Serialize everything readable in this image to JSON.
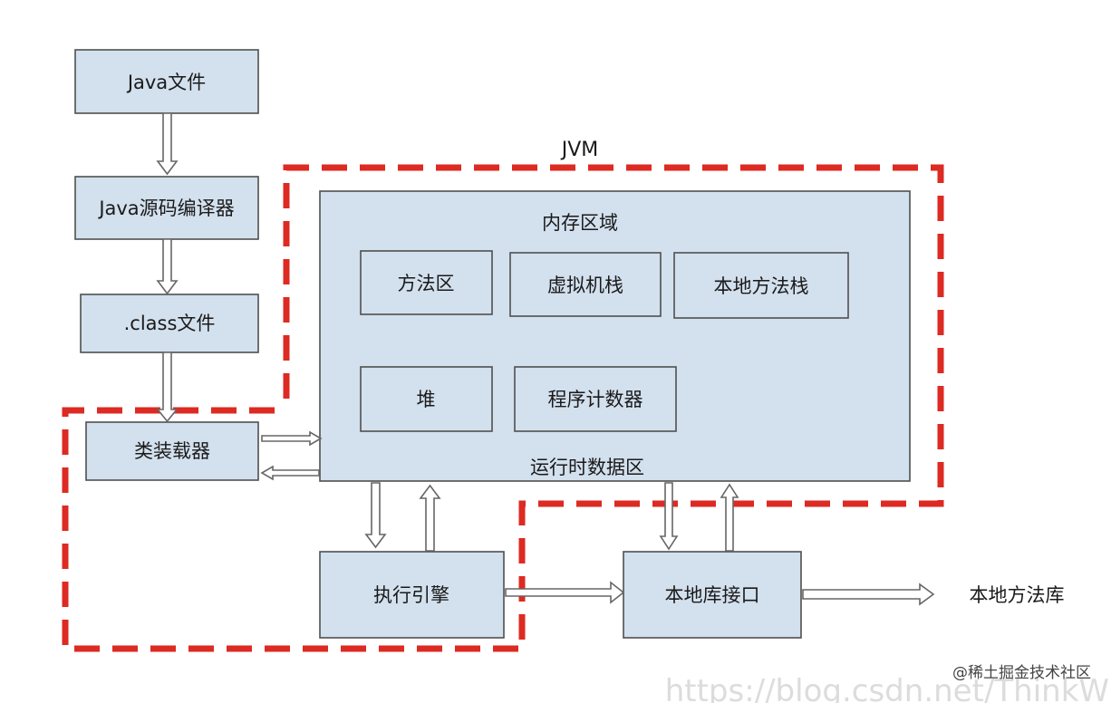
{
  "jvm_label": "JVM",
  "memory": {
    "title": "内存区域",
    "footer": "运行时数据区",
    "areas": {
      "method": "方法区",
      "vm_stack": "虚拟机栈",
      "native_stack": "本地方法栈",
      "heap": "堆",
      "pc": "程序计数器"
    }
  },
  "pipeline": {
    "java_file": "Java文件",
    "compiler": "Java源码编译器",
    "class_file": ".class文件",
    "class_loader": "类装载器"
  },
  "engine": "执行引擎",
  "native_interface": "本地库接口",
  "native_library": "本地方法库",
  "watermark": {
    "url": "https://blog.csdn.net/ThinkW",
    "brand": "@稀土掘金技术社区"
  },
  "colors": {
    "box_fill": "#d3e0ee",
    "box_stroke": "#4f4f4f",
    "dashed_border": "#dd2a22"
  }
}
